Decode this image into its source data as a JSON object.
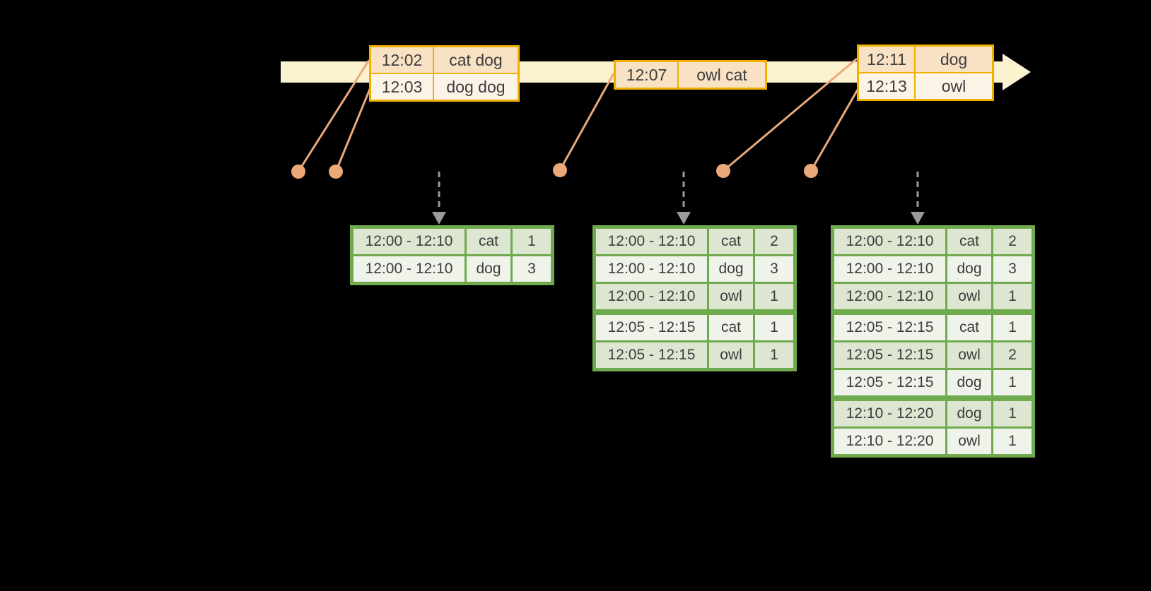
{
  "diagram": {
    "title": "windowed-word-count-timeline",
    "colors": {
      "background": "#000000",
      "timeline_fill": "#fcf2cf",
      "event_table_border": "#f0b000",
      "event_row_alt": "#f9e2c4",
      "event_row": "#fdf4e8",
      "connector": "#eba878",
      "arrow_gray": "#9b9b9b",
      "result_table_border": "#6faa4e",
      "result_row_alt": "#dce6d0",
      "result_row": "#eff3ea",
      "text": "#3d3d3d"
    },
    "icons": {
      "timeline_arrowhead": "right-arrow",
      "trigger_arrow": "down-arrow",
      "event_marker": "dot"
    },
    "event_tables": [
      {
        "rows": [
          {
            "time": "12:02",
            "words": "cat dog"
          },
          {
            "time": "12:03",
            "words": "dog dog"
          }
        ]
      },
      {
        "rows": [
          {
            "time": "12:07",
            "words": "owl cat"
          }
        ]
      },
      {
        "rows": [
          {
            "time": "12:11",
            "words": "dog"
          },
          {
            "time": "12:13",
            "words": "owl"
          }
        ]
      }
    ],
    "result_tables": [
      {
        "rows": [
          {
            "window": "12:00 - 12:10",
            "word": "cat",
            "count": "1"
          },
          {
            "window": "12:00 - 12:10",
            "word": "dog",
            "count": "3"
          }
        ]
      },
      {
        "rows": [
          {
            "window": "12:00 - 12:10",
            "word": "cat",
            "count": "2"
          },
          {
            "window": "12:00 - 12:10",
            "word": "dog",
            "count": "3"
          },
          {
            "window": "12:00 - 12:10",
            "word": "owl",
            "count": "1"
          },
          {
            "window": "12:05 - 12:15",
            "word": "cat",
            "count": "1"
          },
          {
            "window": "12:05 - 12:15",
            "word": "owl",
            "count": "1"
          }
        ]
      },
      {
        "rows": [
          {
            "window": "12:00 - 12:10",
            "word": "cat",
            "count": "2"
          },
          {
            "window": "12:00 - 12:10",
            "word": "dog",
            "count": "3"
          },
          {
            "window": "12:00 - 12:10",
            "word": "owl",
            "count": "1"
          },
          {
            "window": "12:05 - 12:15",
            "word": "cat",
            "count": "1"
          },
          {
            "window": "12:05 - 12:15",
            "word": "owl",
            "count": "2"
          },
          {
            "window": "12:05 - 12:15",
            "word": "dog",
            "count": "1"
          },
          {
            "window": "12:10 - 12:20",
            "word": "dog",
            "count": "1"
          },
          {
            "window": "12:10 - 12:20",
            "word": "owl",
            "count": "1"
          }
        ]
      }
    ]
  }
}
